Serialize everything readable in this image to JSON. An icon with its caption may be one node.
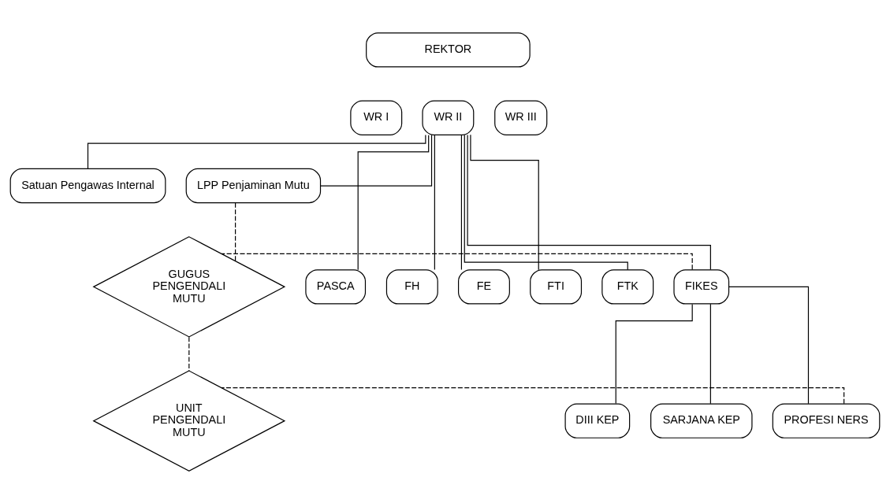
{
  "diagram": {
    "nodes": [
      {
        "text": [
          "REKTOR"
        ]
      },
      {
        "text": [
          "WR I"
        ]
      },
      {
        "text": [
          "WR II"
        ]
      },
      {
        "text": [
          "WR III"
        ]
      },
      {
        "text": [
          "Satuan Pengawas Internal"
        ]
      },
      {
        "text": [
          "LPP Penjaminan Mutu"
        ]
      },
      {
        "text": [
          "PASCA"
        ]
      },
      {
        "text": [
          "FH"
        ]
      },
      {
        "text": [
          "FE"
        ]
      },
      {
        "text": [
          "FTI"
        ]
      },
      {
        "text": [
          "FTK"
        ]
      },
      {
        "text": [
          "FIKES"
        ]
      },
      {
        "text": [
          "GUGUS PENGENDALI MUTU"
        ]
      },
      {
        "text": [
          "DIII KEP"
        ]
      },
      {
        "text": [
          "SARJANA KEP"
        ]
      },
      {
        "text": [
          "PROFESI NERS"
        ]
      },
      {
        "text": [
          "UNIT PENGENDALI MUTU"
        ]
      }
    ],
    "edges": [
      {
        "from": 2,
        "to": 4,
        "arrow": "none"
      },
      {
        "from": 2,
        "to": 5,
        "arrow": "none"
      },
      {
        "from": 2,
        "to": 6,
        "arrow": "none"
      },
      {
        "from": 2,
        "to": 7,
        "arrow": "none"
      },
      {
        "from": 2,
        "to": 8,
        "arrow": "none"
      },
      {
        "from": 2,
        "to": 9,
        "arrow": "none"
      },
      {
        "from": 2,
        "to": 10,
        "arrow": "none"
      },
      {
        "from": 2,
        "to": 11,
        "arrow": "none"
      },
      {
        "from": 5,
        "to": 12,
        "arrow": "none",
        "style": "dashed"
      },
      {
        "from": 11,
        "to": 12,
        "arrow": "none",
        "style": "dashed"
      },
      {
        "from": 11,
        "to": 13,
        "arrow": "none"
      },
      {
        "from": 11,
        "to": 14,
        "arrow": "none"
      },
      {
        "from": 11,
        "to": 15,
        "arrow": "none"
      },
      {
        "from": 12,
        "to": 16,
        "arrow": "none",
        "style": "dashed"
      },
      {
        "from": 15,
        "to": 16,
        "arrow": "none",
        "style": "dashed"
      }
    ]
  }
}
